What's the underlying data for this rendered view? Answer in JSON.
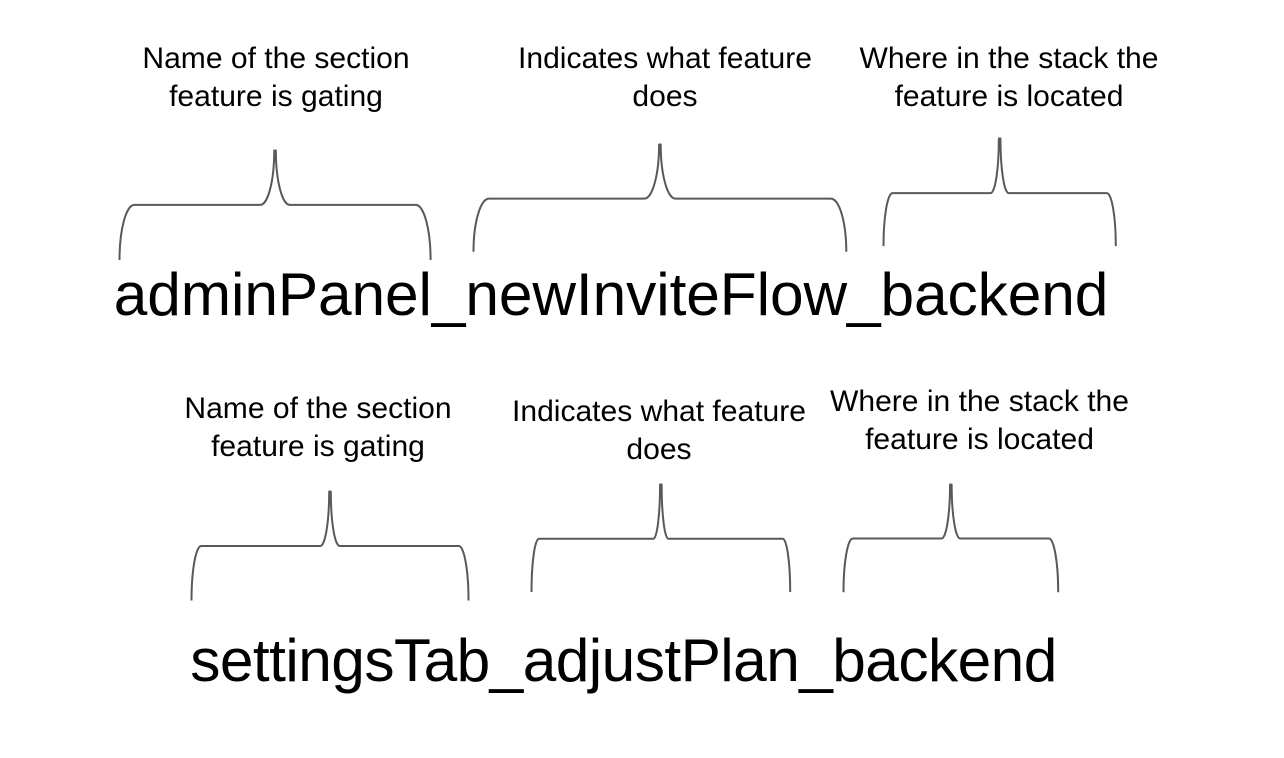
{
  "diagram": {
    "colors": {
      "background": "#ffffff",
      "text": "#000000",
      "brace": "#595959"
    },
    "examples": [
      {
        "flag_name": "adminPanel_newInviteFlow_backend",
        "annotations": [
          {
            "label": "Name of the section\nfeature is gating"
          },
          {
            "label": "Indicates what feature\ndoes"
          },
          {
            "label": "Where in the stack the\nfeature is located"
          }
        ]
      },
      {
        "flag_name": "settingsTab_adjustPlan_backend",
        "annotations": [
          {
            "label": "Name of the section\nfeature is gating"
          },
          {
            "label": "Indicates what feature\ndoes"
          },
          {
            "label": "Where in the stack the\nfeature is located"
          }
        ]
      }
    ]
  }
}
